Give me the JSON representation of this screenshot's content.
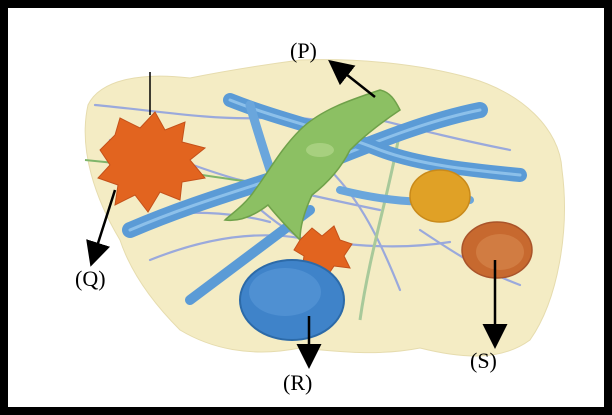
{
  "labels": {
    "p": "(P)",
    "q": "(Q)",
    "r": "(R)",
    "s": "(S)"
  },
  "colors": {
    "background_tissue": "#f4ecc4",
    "collagen_fiber": "#5b9bd6",
    "fibroblast": "#8cc063",
    "macrophage": "#e2641f",
    "plasma_cell": "#3f83c9",
    "fat_cell": "#e0a126",
    "mast_cell": "#c7692f",
    "elastic_fiber": "#9aa9dc"
  }
}
